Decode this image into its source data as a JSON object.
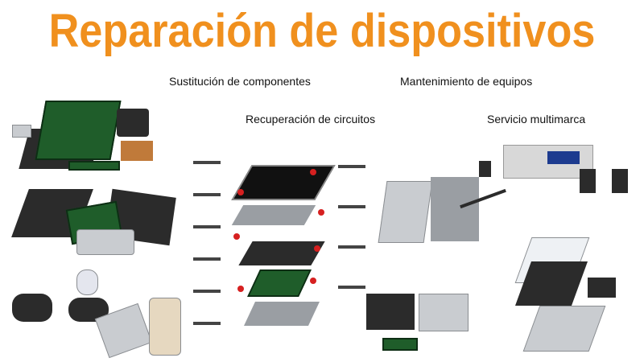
{
  "title": "Reparación de dispositivos",
  "accent_color": "#f0901e",
  "captions": {
    "replacement": "Sustitución de componentes",
    "maintenance": "Mantenimiento de equipos",
    "circuits": "Recuperación de circuitos",
    "multibrand": "Servicio multimarca"
  }
}
